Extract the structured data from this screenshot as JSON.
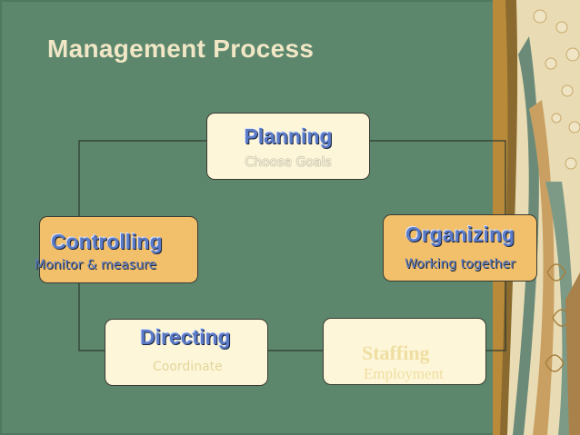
{
  "slide": {
    "title": "Management Process"
  },
  "stages": {
    "planning": {
      "name": "Planning",
      "note": "Choose Goals"
    },
    "organizing": {
      "name": "Organizing",
      "note": "Working together"
    },
    "staffing": {
      "name": "Staffing",
      "note": "Employment"
    },
    "directing": {
      "name": "Directing",
      "note": "Coordinate"
    },
    "controlling": {
      "name": "Controlling",
      "note": "Monitor & measure"
    }
  },
  "colors": {
    "board": "#5c876c",
    "title": "#f1e7c6",
    "box_cream": "#fdf6d8",
    "box_orange": "#f2c06a",
    "embossed_text": "#5b7bc7",
    "border": "#3a3a33"
  }
}
